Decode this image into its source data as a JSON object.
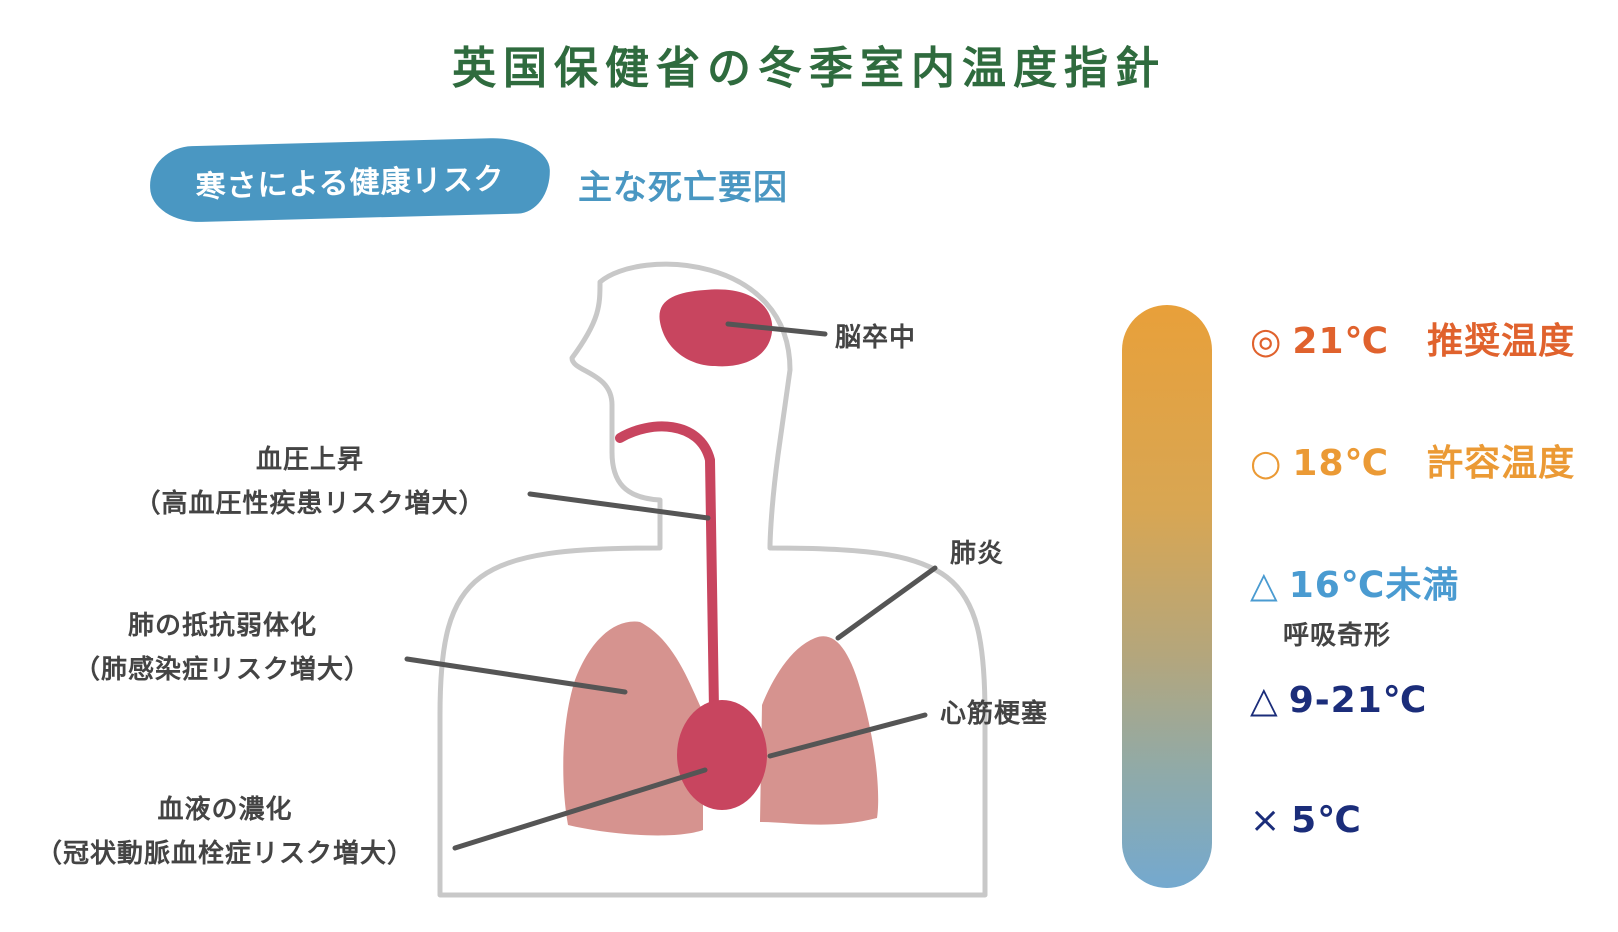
{
  "title": "英国保健省の冬季室内温度指針",
  "risk_label": "寒さによる健康リスク",
  "causes_heading": "主な死亡要因",
  "conditions": {
    "stroke": "脳卒中",
    "hypertension_line1": "血圧上昇",
    "hypertension_line2": "（高血圧性疾患リスク増大）",
    "pneumonia": "肺炎",
    "lung_weakening_line1": "肺の抵抗弱体化",
    "lung_weakening_line2": "（肺感染症リスク増大）",
    "myocardial_infarction": "心筋梗塞",
    "blood_thickening_line1": "血液の濃化",
    "blood_thickening_line2": "（冠状動脈血栓症リスク増大）"
  },
  "temperature_levels": [
    {
      "symbol": "◎",
      "temp": "21℃",
      "desc": "推奨温度",
      "color": "#e0622d"
    },
    {
      "symbol": "○",
      "temp": "18℃",
      "desc": "許容温度",
      "color": "#eb9a35"
    },
    {
      "symbol": "△",
      "temp": "16℃未満",
      "desc": "",
      "color": "#4a9bd1"
    },
    {
      "symbol": "△",
      "temp": "9-21℃",
      "desc": "",
      "color": "#1b2d7a"
    },
    {
      "symbol": "×",
      "temp": "5℃",
      "desc": "",
      "color": "#1b2d7a"
    }
  ],
  "level_note": "呼吸奇形",
  "colors": {
    "title": "#2f6b3e",
    "pill": "#4a97c2",
    "organ_red": "#c8455f",
    "lung_pink": "#d6938f",
    "outline_gray": "#c8c8c8",
    "leader_line": "#555555"
  },
  "icons": [
    "human-silhouette-icon",
    "brain-icon",
    "artery-icon",
    "lung-icon",
    "heart-icon"
  ]
}
